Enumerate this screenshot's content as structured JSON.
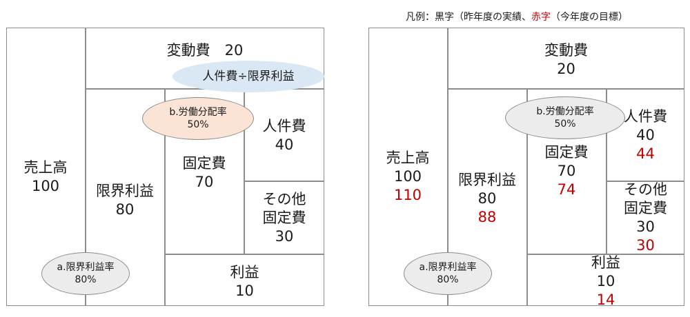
{
  "legend": {
    "prefix": "凡例：黒字（昨年度の実績、",
    "red": "赤字",
    "suffix": "（今年度の目標）"
  },
  "left": {
    "sales": {
      "label": "売上高",
      "value": "100"
    },
    "variable": {
      "text": "変動費　20"
    },
    "bubble_formula": "人件費÷限界利益",
    "margin": {
      "label": "限界利益",
      "value": "80"
    },
    "labor_rate": {
      "line1": "b.労働分配率",
      "line2": "50%"
    },
    "personnel": {
      "label": "人件費",
      "value": "40"
    },
    "fixed": {
      "label": "固定費",
      "value": "70"
    },
    "other_fixed": {
      "line1": "その他",
      "line2": "固定費",
      "value": "30"
    },
    "profit": {
      "label": "利益",
      "value": "10"
    },
    "margin_rate": {
      "line1": "a.限界利益率",
      "line2": "80%"
    }
  },
  "right": {
    "variable": {
      "label": "変動費",
      "value": "20"
    },
    "sales": {
      "label": "売上高",
      "value": "100",
      "target": "110"
    },
    "margin": {
      "label": "限界利益",
      "value": "80",
      "target": "88"
    },
    "labor_rate": {
      "line1": "b.労働分配率",
      "line2": "50%"
    },
    "personnel": {
      "label": "人件費",
      "value": "40",
      "target": "44"
    },
    "fixed": {
      "label": "固定費",
      "value": "70",
      "target": "74"
    },
    "other_fixed": {
      "line1": "その他",
      "line2": "固定費",
      "value": "30",
      "target": "30"
    },
    "profit": {
      "label": "利益",
      "value": "10",
      "target": "14"
    },
    "margin_rate": {
      "line1": "a.限界利益率",
      "line2": "80%"
    }
  }
}
